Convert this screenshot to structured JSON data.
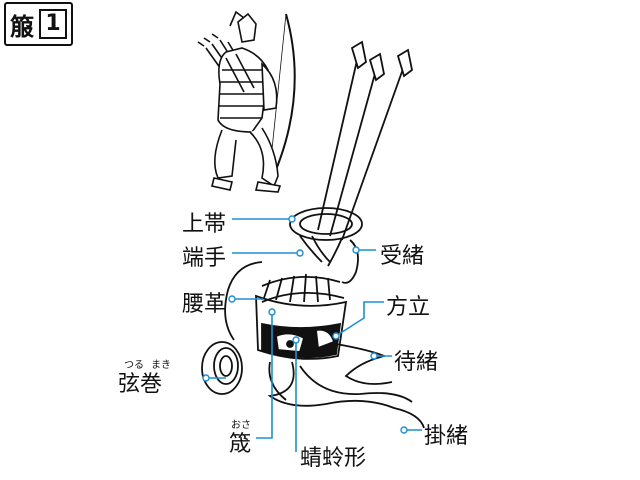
{
  "title": {
    "text": "箙",
    "number": "1"
  },
  "labels": {
    "uwaobi": "上帯",
    "hashide": "端手",
    "koshikawa": "腰革",
    "tsurumaki": "弦巻",
    "tsurumaki_ruby_1": "つる",
    "tsurumaki_ruby_2": "まき",
    "osa": "筬",
    "osa_ruby": "おさ",
    "kagerofu": "蜻蛉形",
    "ukeo": "受緒",
    "hodate": "方立",
    "machio": "待緒",
    "kakeo": "掛緒"
  },
  "colors": {
    "leader": "#1a8fd6",
    "ink": "#111111"
  }
}
